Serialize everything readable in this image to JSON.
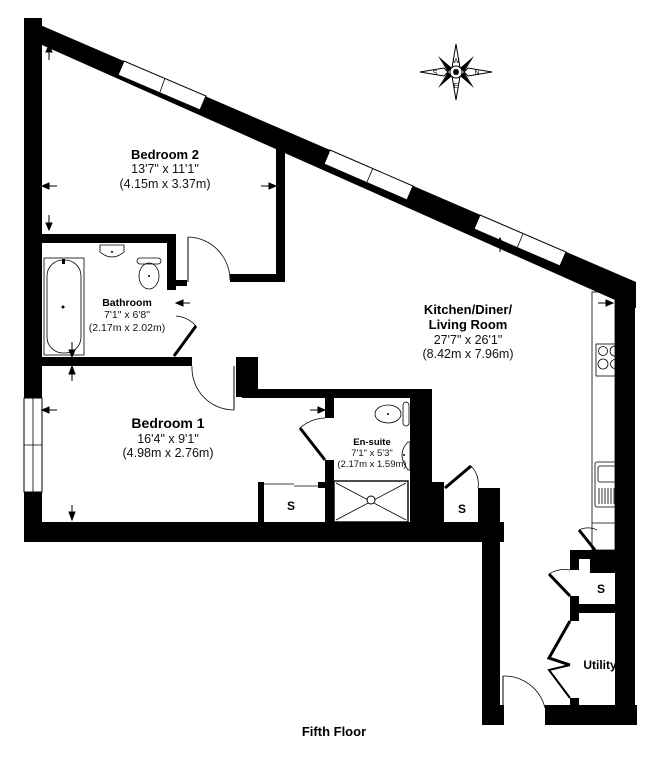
{
  "floor_title": "Fifth Floor",
  "compass": {
    "icon": "compass-rose-icon",
    "top": "W",
    "bottom": "E",
    "left": "S",
    "right": "N"
  },
  "rooms": {
    "bedroom2": {
      "name": "Bedroom 2",
      "imperial": "13'7\" x 11'1\"",
      "metric": "(4.15m x 3.37m)"
    },
    "bathroom": {
      "name": "Bathroom",
      "imperial": "7'1\" x 6'8\"",
      "metric": "(2.17m x 2.02m)"
    },
    "kitchen": {
      "name_line1": "Kitchen/Diner/",
      "name_line2": "Living Room",
      "imperial": "27'7\" x 26'1\"",
      "metric": "(8.42m x 7.96m)"
    },
    "bedroom1": {
      "name": "Bedroom 1",
      "imperial": "16'4\" x 9'1\"",
      "metric": "(4.98m x 2.76m)"
    },
    "ensuite": {
      "name": "En-suite",
      "imperial": "7'1\" x 5'3\"",
      "metric": "(2.17m x 1.59m)"
    },
    "utility": {
      "name": "Utility"
    }
  },
  "storage": [
    {
      "label": "S"
    },
    {
      "label": "S"
    },
    {
      "label": "S"
    }
  ],
  "colors": {
    "wall": "#000000",
    "background": "#ffffff"
  }
}
